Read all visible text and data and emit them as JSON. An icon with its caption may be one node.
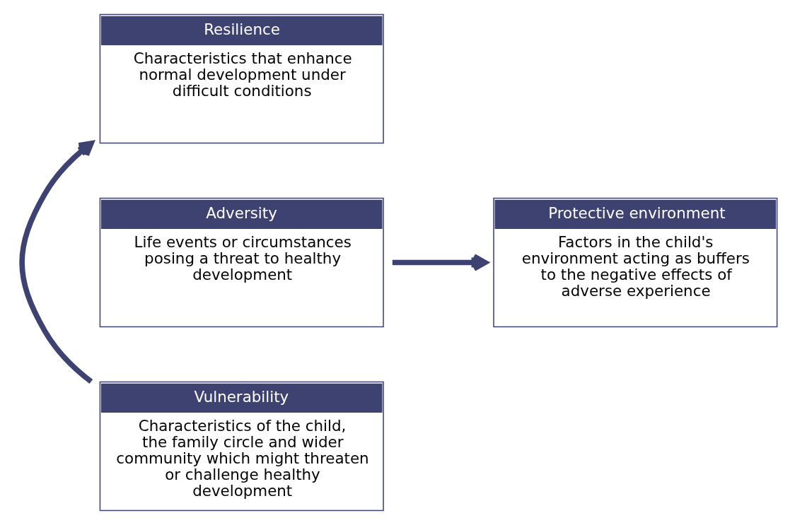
{
  "diagram": {
    "nodes": [
      {
        "text": [
          "Resilience",
          "Characteristics that enhance normal development under difficult conditions"
        ]
      },
      {
        "text": [
          "Adversity",
          "Life events or circumstances posing a threat to healthy development"
        ]
      },
      {
        "text": [
          "Protective environment",
          "Factors in the child's environment acting as buffers to the negative effects of adverse experience"
        ]
      },
      {
        "text": [
          "Vulnerability",
          "Characteristics of the child, the family circle and wider community which might threaten or challenge healthy development"
        ]
      }
    ],
    "edges": [
      {
        "from": 3,
        "to": 0,
        "arrow": "to"
      },
      {
        "from": 1,
        "to": 2,
        "arrow": "to"
      }
    ]
  }
}
